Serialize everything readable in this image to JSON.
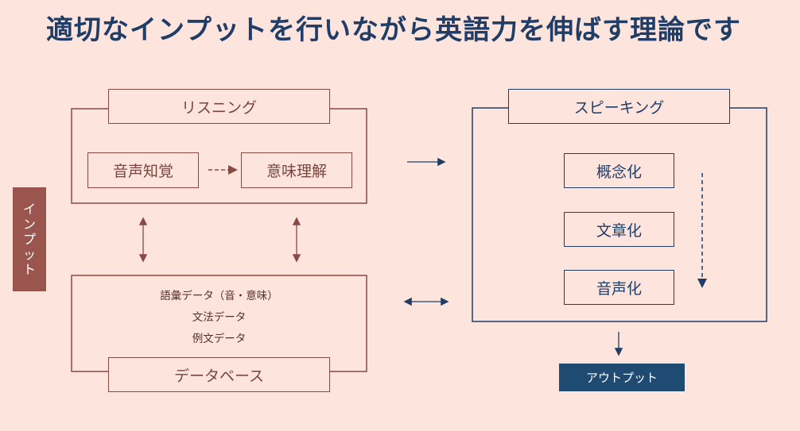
{
  "title": "適切なインプットを行いながら英語力を伸ばす理論です",
  "input_label": "インプット",
  "listening": {
    "label": "リスニング",
    "step1": "音声知覚",
    "step2": "意味理解"
  },
  "database": {
    "label": "データベース",
    "items": [
      "語彙データ（音・意味）",
      "文法データ",
      "例文データ"
    ]
  },
  "speaking": {
    "label": "スピーキング",
    "steps": [
      "概念化",
      "文章化",
      "音声化"
    ]
  },
  "output_label": "アウトプット",
  "colors": {
    "background": "#fde4dd",
    "title": "#1f3d66",
    "brown": "#8a4a44",
    "navy": "#1f3d66",
    "input_fill": "#9b554f",
    "output_fill": "#1f4a72"
  }
}
